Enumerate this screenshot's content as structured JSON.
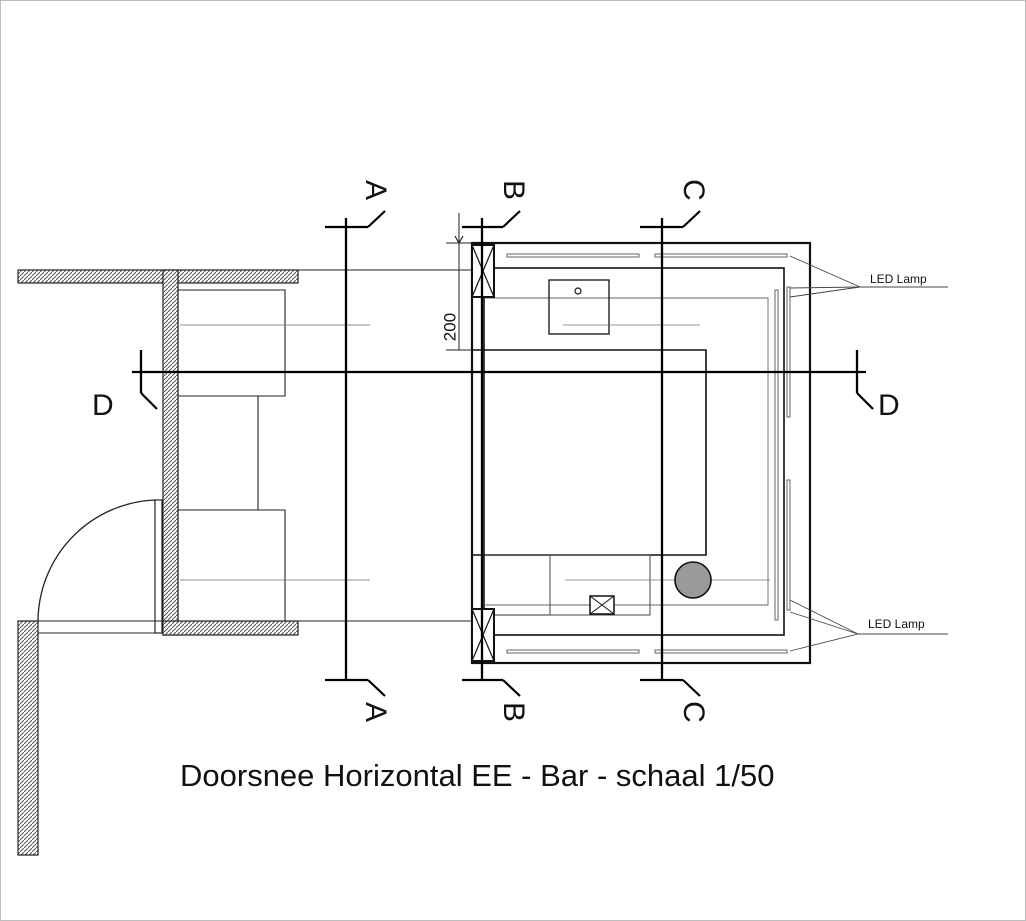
{
  "drawing": {
    "title": "Doorsnee Horizontal EE - Bar - schaal 1/50",
    "dimension": "200",
    "sections": {
      "a": "A",
      "b": "B",
      "c": "C",
      "d": "D"
    },
    "annotations": {
      "led_top": "LED Lamp",
      "led_bottom": "LED Lamp"
    }
  }
}
